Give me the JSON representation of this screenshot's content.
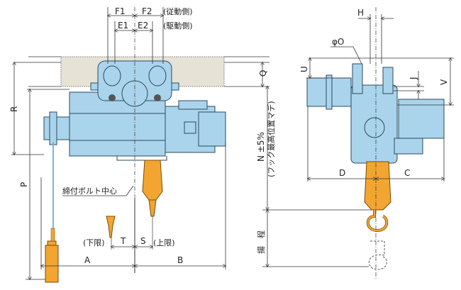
{
  "colors": {
    "body": "#a9d4ec",
    "hook": "#f2a531",
    "beam": "#e6e3d6",
    "line": "#333333"
  },
  "labels": {
    "F1": "F1",
    "F2": "F2",
    "E1": "E1",
    "E2": "E2",
    "driven_side": "(従動側)",
    "drive_side": "(駆動側)",
    "R": "R",
    "P": "P",
    "Q": "Q",
    "A": "A",
    "B": "B",
    "T": "T",
    "S": "S",
    "lower_limit": "(下限)",
    "upper_limit": "(上限)",
    "bolt_center": "締付ボルト中心",
    "N": "N ±5%",
    "N_note": "(フック最高位置マデ)",
    "lift": "揚　程",
    "H": "H",
    "phiO": "φO",
    "U": "U",
    "V": "V",
    "J": "J",
    "D": "D",
    "C": "C"
  }
}
